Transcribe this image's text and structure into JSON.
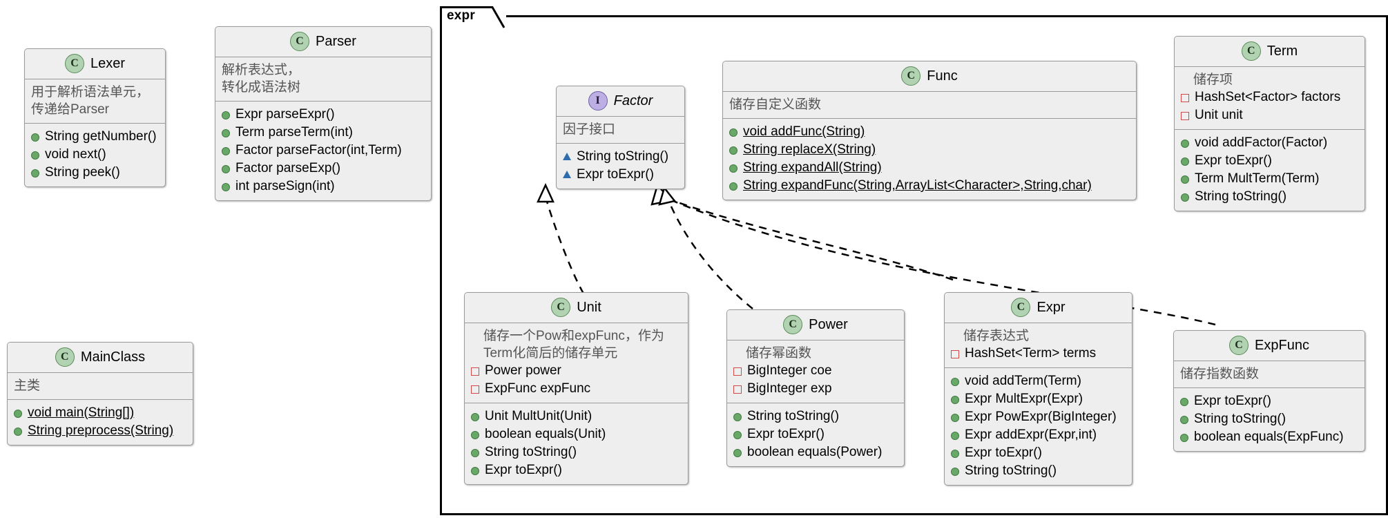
{
  "diagram": {
    "type": "uml-class-diagram",
    "package": {
      "label": "expr"
    },
    "colors": {
      "class_marker_fill": "#b2d3b2",
      "interface_marker_fill": "#bdaee4",
      "public_marker": "#69a869",
      "private_marker": "#d04a4a",
      "interface_method_marker": "#2f6cab",
      "box_fill": "#eeeeee",
      "box_border": "#9a9a9a"
    },
    "classes": [
      {
        "id": "lexer",
        "name": "Lexer",
        "stereotype": "C",
        "kind": "class",
        "description": "用于解析语法单元，\n传递给Parser",
        "fields": [],
        "methods": [
          {
            "text": "String getNumber()",
            "visibility": "public",
            "static": false
          },
          {
            "text": "void next()",
            "visibility": "public",
            "static": false
          },
          {
            "text": "String peek()",
            "visibility": "public",
            "static": false
          }
        ]
      },
      {
        "id": "parser",
        "name": "Parser",
        "stereotype": "C",
        "kind": "class",
        "description": "解析表达式，\n转化成语法树",
        "fields": [],
        "methods": [
          {
            "text": "Expr parseExpr()",
            "visibility": "public",
            "static": false
          },
          {
            "text": "Term parseTerm(int)",
            "visibility": "public",
            "static": false
          },
          {
            "text": "Factor parseFactor(int,Term)",
            "visibility": "public",
            "static": false
          },
          {
            "text": "Factor parseExp()",
            "visibility": "public",
            "static": false
          },
          {
            "text": "int parseSign(int)",
            "visibility": "public",
            "static": false
          }
        ]
      },
      {
        "id": "mainclass",
        "name": "MainClass",
        "stereotype": "C",
        "kind": "class",
        "description": "主类",
        "fields": [],
        "methods": [
          {
            "text": "void main(String[])",
            "visibility": "public",
            "static": true
          },
          {
            "text": "String preprocess(String)",
            "visibility": "public",
            "static": true
          }
        ]
      },
      {
        "id": "factor",
        "name": "Factor",
        "stereotype": "I",
        "kind": "interface",
        "description": "因子接口",
        "fields": [],
        "methods": [
          {
            "text": "String toString()",
            "visibility": "interface",
            "static": false
          },
          {
            "text": "Expr toExpr()",
            "visibility": "interface",
            "static": false
          }
        ]
      },
      {
        "id": "func",
        "name": "Func",
        "stereotype": "C",
        "kind": "class",
        "description": "储存自定义函数",
        "fields": [],
        "methods": [
          {
            "text": "void addFunc(String)",
            "visibility": "public",
            "static": true
          },
          {
            "text": "String replaceX(String)",
            "visibility": "public",
            "static": true
          },
          {
            "text": "String expandAll(String)",
            "visibility": "public",
            "static": true
          },
          {
            "text": "String expandFunc(String,ArrayList<Character>,String,char)",
            "visibility": "public",
            "static": true
          }
        ]
      },
      {
        "id": "term",
        "name": "Term",
        "stereotype": "C",
        "kind": "class",
        "description": "储存项",
        "fields": [
          {
            "text": "HashSet<Factor> factors",
            "visibility": "private",
            "static": false
          },
          {
            "text": "Unit unit",
            "visibility": "private",
            "static": false
          }
        ],
        "methods": [
          {
            "text": "void addFactor(Factor)",
            "visibility": "public",
            "static": false
          },
          {
            "text": "Expr toExpr()",
            "visibility": "public",
            "static": false
          },
          {
            "text": "Term MultTerm(Term)",
            "visibility": "public",
            "static": false
          },
          {
            "text": "String toString()",
            "visibility": "public",
            "static": false
          }
        ]
      },
      {
        "id": "unit",
        "name": "Unit",
        "stereotype": "C",
        "kind": "class",
        "description": "储存一个Pow和expFunc，作为\nTerm化简后的储存单元",
        "fields": [
          {
            "text": "Power power",
            "visibility": "private",
            "static": false
          },
          {
            "text": "ExpFunc expFunc",
            "visibility": "private",
            "static": false
          }
        ],
        "methods": [
          {
            "text": "Unit MultUnit(Unit)",
            "visibility": "public",
            "static": false
          },
          {
            "text": "boolean equals(Unit)",
            "visibility": "public",
            "static": false
          },
          {
            "text": "String toString()",
            "visibility": "public",
            "static": false
          },
          {
            "text": "Expr toExpr()",
            "visibility": "public",
            "static": false
          }
        ]
      },
      {
        "id": "power",
        "name": "Power",
        "stereotype": "C",
        "kind": "class",
        "description": "储存幂函数",
        "fields": [
          {
            "text": "BigInteger coe",
            "visibility": "private",
            "static": false
          },
          {
            "text": "BigInteger exp",
            "visibility": "private",
            "static": false
          }
        ],
        "methods": [
          {
            "text": "String toString()",
            "visibility": "public",
            "static": false
          },
          {
            "text": "Expr toExpr()",
            "visibility": "public",
            "static": false
          },
          {
            "text": "boolean equals(Power)",
            "visibility": "public",
            "static": false
          }
        ]
      },
      {
        "id": "expr",
        "name": "Expr",
        "stereotype": "C",
        "kind": "class",
        "description": "储存表达式",
        "fields": [
          {
            "text": "HashSet<Term> terms",
            "visibility": "private",
            "static": false
          }
        ],
        "methods": [
          {
            "text": "void addTerm(Term)",
            "visibility": "public",
            "static": false
          },
          {
            "text": "Expr MultExpr(Expr)",
            "visibility": "public",
            "static": false
          },
          {
            "text": "Expr PowExpr(BigInteger)",
            "visibility": "public",
            "static": false
          },
          {
            "text": "Expr addExpr(Expr,int)",
            "visibility": "public",
            "static": false
          },
          {
            "text": "Expr toExpr()",
            "visibility": "public",
            "static": false
          },
          {
            "text": "String toString()",
            "visibility": "public",
            "static": false
          }
        ]
      },
      {
        "id": "expfunc",
        "name": "ExpFunc",
        "stereotype": "C",
        "kind": "class",
        "description": "储存指数函数",
        "fields": [],
        "methods": [
          {
            "text": "Expr toExpr()",
            "visibility": "public",
            "static": false
          },
          {
            "text": "String toString()",
            "visibility": "public",
            "static": false
          },
          {
            "text": "boolean equals(ExpFunc)",
            "visibility": "public",
            "static": false
          }
        ]
      }
    ],
    "relations": [
      {
        "type": "realization",
        "from": "Unit",
        "to": "Factor"
      },
      {
        "type": "realization",
        "from": "Power",
        "to": "Factor"
      },
      {
        "type": "realization",
        "from": "Expr",
        "to": "Factor"
      },
      {
        "type": "realization",
        "from": "ExpFunc",
        "to": "Factor"
      }
    ]
  }
}
